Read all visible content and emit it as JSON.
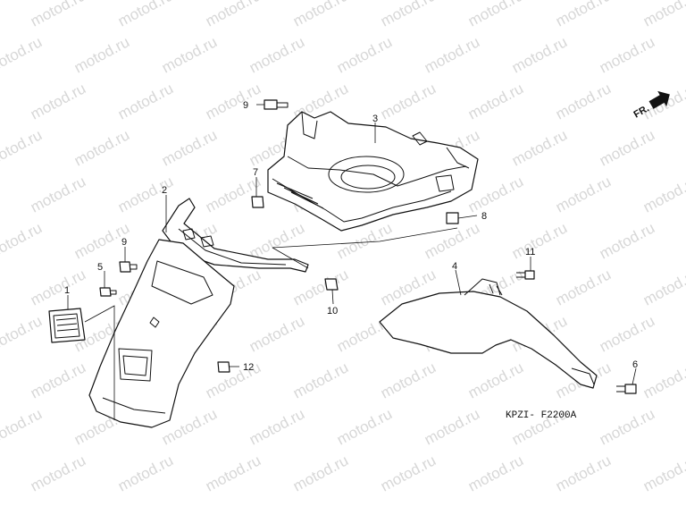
{
  "watermark": {
    "text": "motod.ru"
  },
  "direction_label": "FR.",
  "diagram_code": "KPZI- F2200A",
  "callouts": {
    "c1": "1",
    "c2": "2",
    "c3": "3",
    "c4": "4",
    "c5": "5",
    "c6": "6",
    "c7": "7",
    "c8": "8",
    "c9a": "9",
    "c9b": "9",
    "c10": "10",
    "c11": "11",
    "c12": "12"
  }
}
